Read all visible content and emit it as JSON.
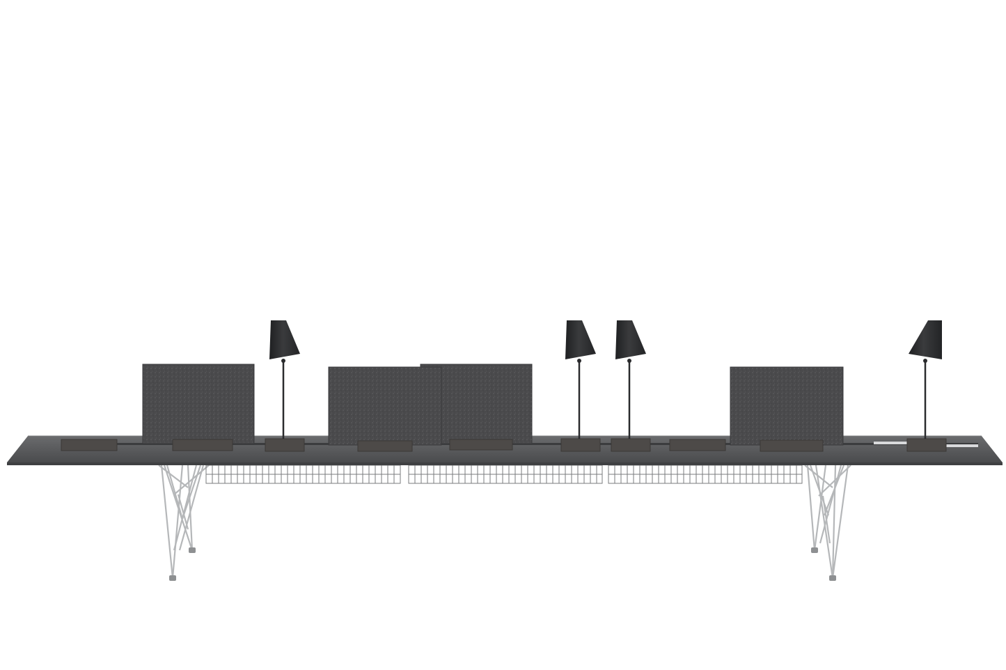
{
  "scene": {
    "subject": "bench desk",
    "colors": {
      "background": "#ffffff",
      "desktop_top": "#58595b",
      "desktop_edge": "#3f4042",
      "felt_panel": "#4a4a4c",
      "felt_speckle": "#6b6b6d",
      "lamp_shade": "#2e2f31",
      "lamp_base": "#4d4a48",
      "chrome": "#c9cacc",
      "chrome_dark": "#8e9092",
      "basket_wire": "#7a7b7d"
    },
    "screen_count": 4,
    "lamp_count": 4,
    "basket_count": 3,
    "leg_frame_count": 2
  }
}
